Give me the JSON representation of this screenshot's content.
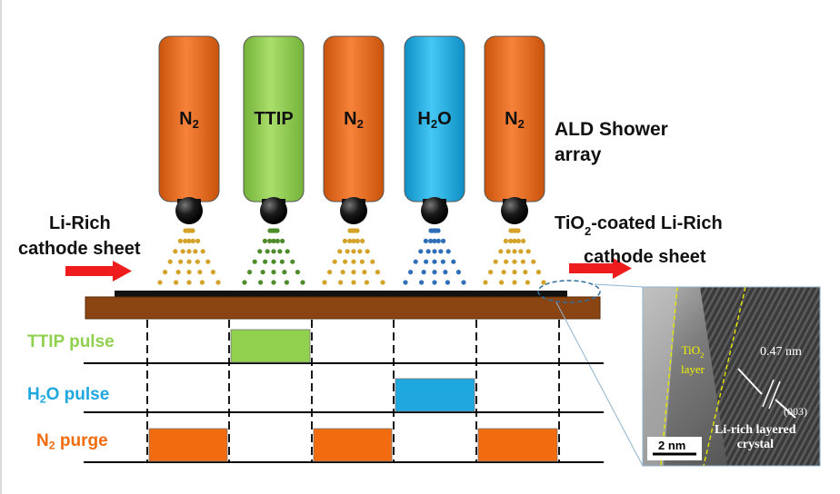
{
  "colors": {
    "n2": "#f26b0f",
    "ttip": "#92d050",
    "h2o": "#1fb5ec",
    "spray_n2": "#d4a228",
    "spray_ttip": "#4e8b2a",
    "spray_h2o": "#2f6fb8",
    "substrate": "#8b4513",
    "arrow": "#ee1c1c",
    "row_ttip": "#92d050",
    "row_h2o": "#1fa7e0",
    "row_n2": "#f26b0f"
  },
  "nozzles": [
    {
      "main": "N",
      "sub": "2",
      "tail": "",
      "color_key": "n2",
      "spray_key": "spray_n2"
    },
    {
      "main": "TTIP",
      "sub": "",
      "tail": "",
      "color_key": "ttip",
      "spray_key": "spray_ttip"
    },
    {
      "main": "N",
      "sub": "2",
      "tail": "",
      "color_key": "n2",
      "spray_key": "spray_n2"
    },
    {
      "main": "H",
      "sub": "2",
      "tail": "O",
      "color_key": "h2o",
      "spray_key": "spray_h2o"
    },
    {
      "main": "N",
      "sub": "2",
      "tail": "",
      "color_key": "n2",
      "spray_key": "spray_n2"
    }
  ],
  "shower_label": {
    "line1": "ALD Shower",
    "line2": "array"
  },
  "input_label": {
    "line1": "Li-Rich",
    "line2": "cathode sheet"
  },
  "output_label": {
    "pre": "TiO",
    "sub": "2",
    "post": "-coated Li-Rich",
    "line2": "cathode sheet"
  },
  "timing": {
    "rows": [
      {
        "label_main": "TTIP pulse",
        "label_sub": "",
        "label_tail": "",
        "color_key": "row_ttip",
        "pulses": [
          1
        ]
      },
      {
        "label_main": "H",
        "label_sub": "2",
        "label_tail": "O pulse",
        "color_key": "row_h2o",
        "pulses": [
          3
        ]
      },
      {
        "label_main": "N",
        "label_sub": "2",
        "label_tail": " purge",
        "color_key": "row_n2",
        "pulses": [
          0,
          2,
          4
        ]
      }
    ]
  },
  "tem": {
    "layer_label_pre": "TiO",
    "layer_label_sub": "2",
    "layer_label_line2": "layer",
    "spacing": "0.47 nm",
    "plane": "(003)",
    "crystal_line1": "Li-rich layered",
    "crystal_line2": "crystal",
    "scale_bar": "2 nm"
  }
}
